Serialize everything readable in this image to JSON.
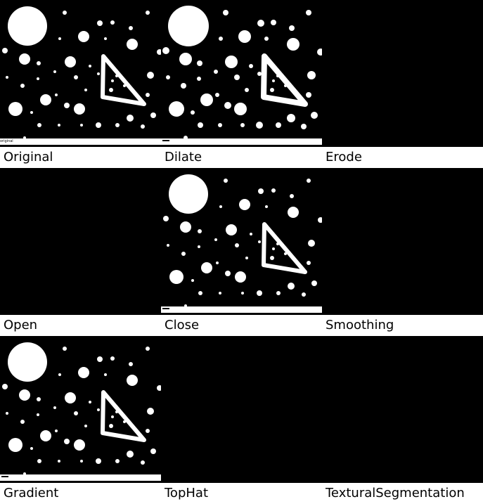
{
  "grid": {
    "panels": [
      {
        "label": "Original",
        "has_image": true,
        "footer_tag": "original"
      },
      {
        "label": "Dilate",
        "has_image": true,
        "footer_tag": ""
      },
      {
        "label": "Erode",
        "has_image": false,
        "footer_tag": ""
      },
      {
        "label": "Open",
        "has_image": false,
        "footer_tag": ""
      },
      {
        "label": "Close",
        "has_image": true,
        "footer_tag": ""
      },
      {
        "label": "Smoothing",
        "has_image": false,
        "footer_tag": ""
      },
      {
        "label": "Gradient",
        "has_image": true,
        "footer_tag": ""
      },
      {
        "label": "TopHat",
        "has_image": false,
        "footer_tag": ""
      },
      {
        "label": "TexturalSegmentation",
        "has_image": false,
        "footer_tag": ""
      }
    ]
  },
  "colors": {
    "background": "#000000",
    "label_bar": "#ffffff",
    "shape": "#ffffff"
  }
}
